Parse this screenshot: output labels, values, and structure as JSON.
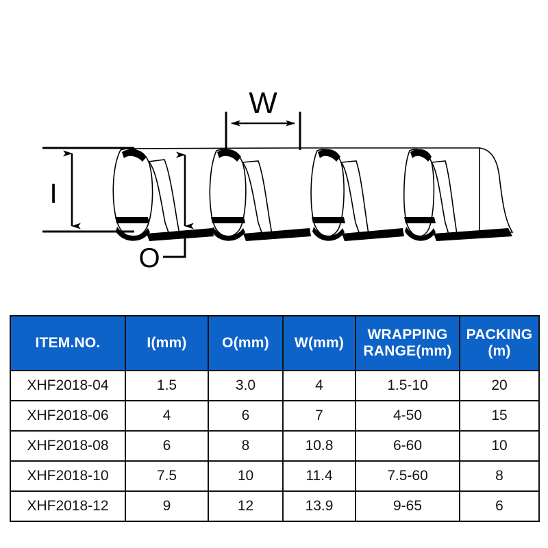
{
  "diagram": {
    "name": "spiral-wrap-cross-section-diagram",
    "labels": {
      "inner_diameter": "I",
      "outer_diameter": "O",
      "pitch_width": "W"
    },
    "line_color": "#000000",
    "fill_color": "#ffffff"
  },
  "table": {
    "accent_color": "#0e63c8",
    "header_text_color": "#ffffff",
    "border_color": "#111111",
    "headers": [
      "ITEM.NO.",
      "I(mm)",
      "O(mm)",
      "W(mm)",
      "WRAPPING RANGE(mm)",
      "PACKING (m)"
    ],
    "headers_split": [
      {
        "line1": "ITEM.NO.",
        "line2": ""
      },
      {
        "line1": "I(mm)",
        "line2": ""
      },
      {
        "line1": "O(mm)",
        "line2": ""
      },
      {
        "line1": "W(mm)",
        "line2": ""
      },
      {
        "line1": "WRAPPING",
        "line2": "RANGE(mm)"
      },
      {
        "line1": "PACKING",
        "line2": "(m)"
      }
    ],
    "rows": [
      {
        "item": "XHF2018-04",
        "i": "1.5",
        "o": "3.0",
        "w": "4",
        "wrapping_range": "1.5-10",
        "packing": "20"
      },
      {
        "item": "XHF2018-06",
        "i": "4",
        "o": "6",
        "w": "7",
        "wrapping_range": "4-50",
        "packing": "15"
      },
      {
        "item": "XHF2018-08",
        "i": "6",
        "o": "8",
        "w": "10.8",
        "wrapping_range": "6-60",
        "packing": "10"
      },
      {
        "item": "XHF2018-10",
        "i": "7.5",
        "o": "10",
        "w": "11.4",
        "wrapping_range": "7.5-60",
        "packing": "8"
      },
      {
        "item": "XHF2018-12",
        "i": "9",
        "o": "12",
        "w": "13.9",
        "wrapping_range": "9-65",
        "packing": "6"
      }
    ]
  }
}
